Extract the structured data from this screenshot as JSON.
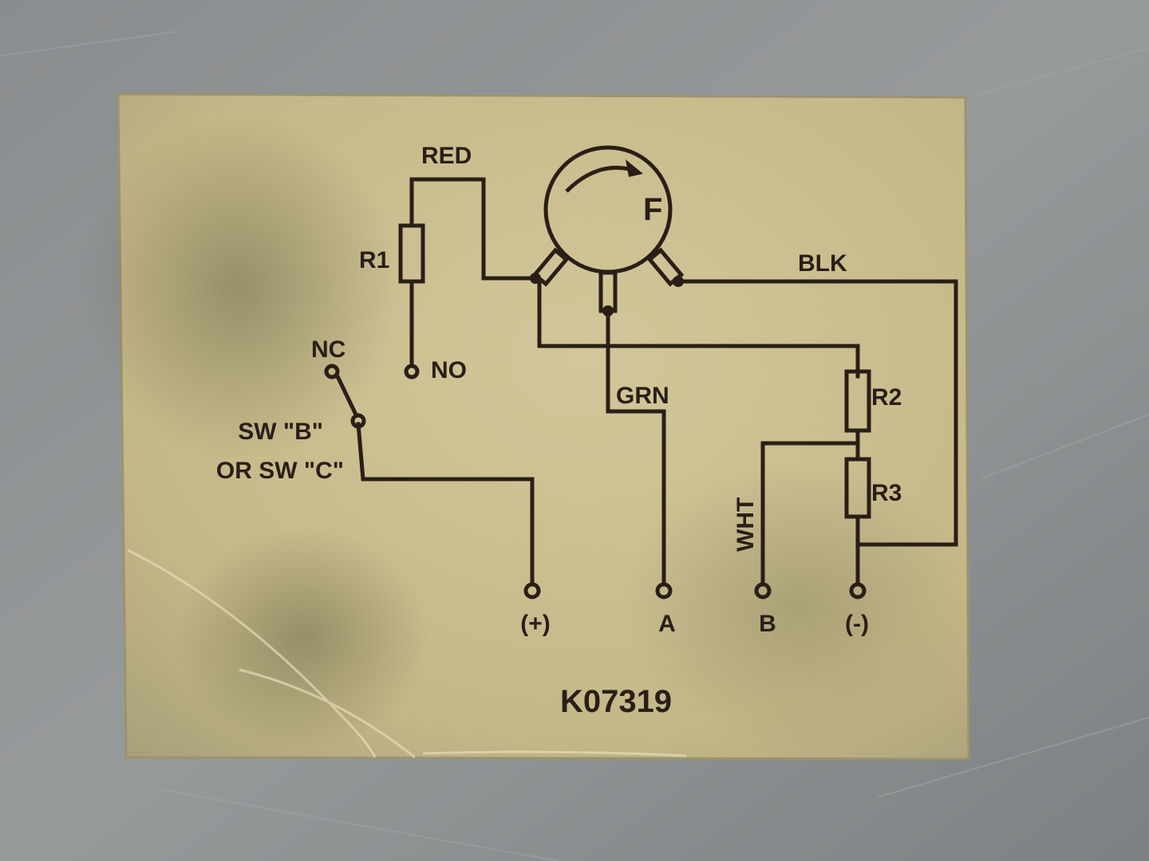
{
  "diagram": {
    "part_number": "K07319",
    "wire_colors": {
      "red": "RED",
      "black": "BLK",
      "green": "GRN",
      "white": "WHT"
    },
    "components": {
      "r1": "R1",
      "r2": "R2",
      "r3": "R3",
      "fan": "F"
    },
    "switch": {
      "nc": "NC",
      "no": "NO",
      "name_line1": "SW \"B\"",
      "name_line2": "OR SW \"C\""
    },
    "terminals": {
      "plus": "(+)",
      "a": "A",
      "b": "B",
      "minus": "(-)"
    }
  },
  "colors": {
    "label_paper": "#c8bc8e",
    "ink": "#2a1f16",
    "metal_background": "#8c8f91"
  }
}
